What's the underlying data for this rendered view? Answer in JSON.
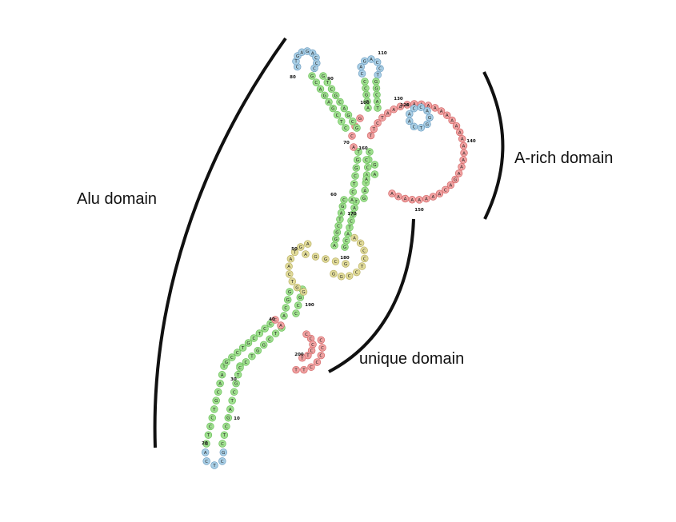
{
  "domains": {
    "alu": "Alu domain",
    "a_rich": "A-rich domain",
    "unique": "unique domain"
  },
  "position_ticks": [
    "10",
    "20",
    "30",
    "40",
    "50",
    "60",
    "70",
    "80",
    "90",
    "100",
    "110",
    "120",
    "130",
    "140",
    "150",
    "160",
    "170",
    "180",
    "190",
    "200"
  ],
  "colors": {
    "stem": "#9fe08f",
    "stem_border": "#6cbf5c",
    "hairpin_loop": "#a9cfe6",
    "hairpin_border": "#6f9fc2",
    "internal_loop": "#e2dc9a",
    "internal_border": "#b9b066",
    "single_strand": "#f2a2a2",
    "single_border": "#d26a6a",
    "bracket": "#111111"
  }
}
